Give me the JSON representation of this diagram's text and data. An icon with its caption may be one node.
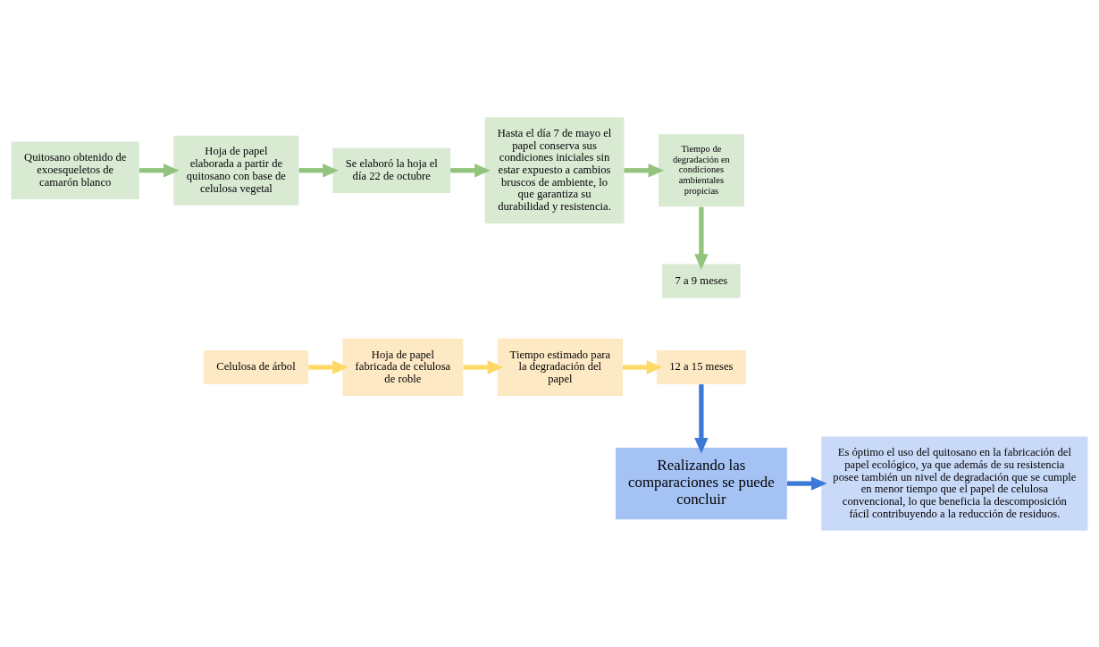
{
  "diagram": {
    "nodes": [
      {
        "text": [
          "Quitosano obtenido de exoesqueletos de camarón blanco"
        ]
      },
      {
        "text": [
          "Hoja de papel elaborada a partir de quitosano con base de celulosa vegetal"
        ]
      },
      {
        "text": [
          "Se elaboró la hoja el día 22 de octubre"
        ]
      },
      {
        "text": [
          "Hasta el día 7 de mayo el papel conserva sus condiciones iniciales sin estar expuesto a cambios bruscos de ambiente, lo que garantiza su durabilidad y resistencia."
        ]
      },
      {
        "text": [
          "Tiempo de degradación en condiciones ambientales propicias"
        ]
      },
      {
        "text": [
          "7 a 9 meses"
        ]
      },
      {
        "text": [
          "Celulosa de árbol"
        ]
      },
      {
        "text": [
          "Hoja de papel fabricada de celulosa de roble"
        ]
      },
      {
        "text": [
          "Tiempo estimado para la degradación del papel"
        ]
      },
      {
        "text": [
          "12 a 15 meses"
        ]
      },
      {
        "text": [
          "Realizando las comparaciones se puede concluir"
        ]
      },
      {
        "text": [
          "Es óptimo el uso del quitosano en la fabricación del papel ecológico, ya que además de su resistencia  posee también un nivel de degradación que se cumple en menor tiempo que el papel de celulosa convencional, lo que beneficia la descomposición fácil contribuyendo a la reducción de residuos."
        ]
      }
    ],
    "edges": [
      {
        "from": 0,
        "to": 1,
        "arrow": "to"
      },
      {
        "from": 1,
        "to": 2,
        "arrow": "to"
      },
      {
        "from": 2,
        "to": 3,
        "arrow": "to"
      },
      {
        "from": 3,
        "to": 4,
        "arrow": "to"
      },
      {
        "from": 4,
        "to": 5,
        "arrow": "to"
      },
      {
        "from": 6,
        "to": 7,
        "arrow": "to",
        "color": "#ffd966"
      },
      {
        "from": 7,
        "to": 8,
        "arrow": "to",
        "color": "#ffd966"
      },
      {
        "from": 8,
        "to": 9,
        "arrow": "to",
        "color": "#ffd966"
      },
      {
        "from": 9,
        "to": 10,
        "arrow": "to",
        "color": "#3c78d8"
      },
      {
        "from": 10,
        "to": 11,
        "arrow": "to",
        "color": "#3c78d8"
      }
    ]
  }
}
